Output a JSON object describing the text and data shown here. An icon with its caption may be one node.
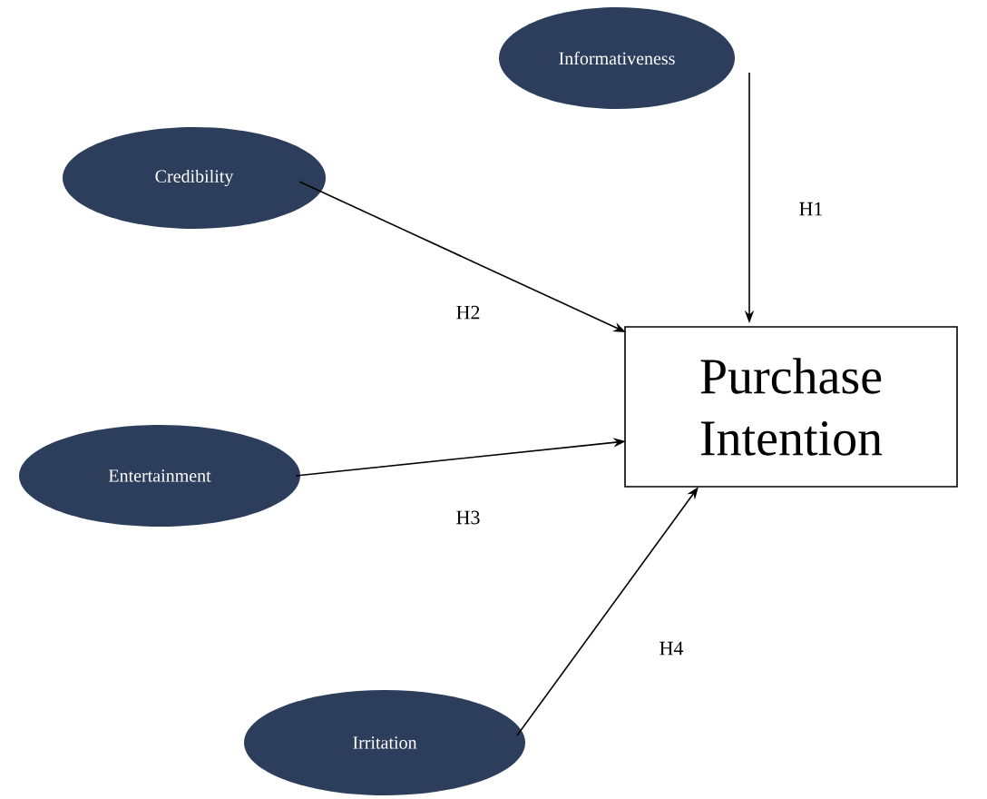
{
  "diagram": {
    "nodes": [
      {
        "text": [
          "Informativeness"
        ]
      },
      {
        "text": [
          "Credibility"
        ]
      },
      {
        "text": [
          "Entertainment"
        ]
      },
      {
        "text": [
          "Irritation"
        ]
      },
      {
        "text": [
          "Purchase Intention"
        ]
      }
    ],
    "edges": [
      {
        "from": 0,
        "to": 4,
        "arrow": "to",
        "label": "H1"
      },
      {
        "from": 1,
        "to": 4,
        "arrow": "to",
        "label": "H2"
      },
      {
        "from": 2,
        "to": 4,
        "arrow": "to",
        "label": "H3"
      },
      {
        "from": 3,
        "to": 4,
        "arrow": "to",
        "label": "H4"
      }
    ]
  }
}
